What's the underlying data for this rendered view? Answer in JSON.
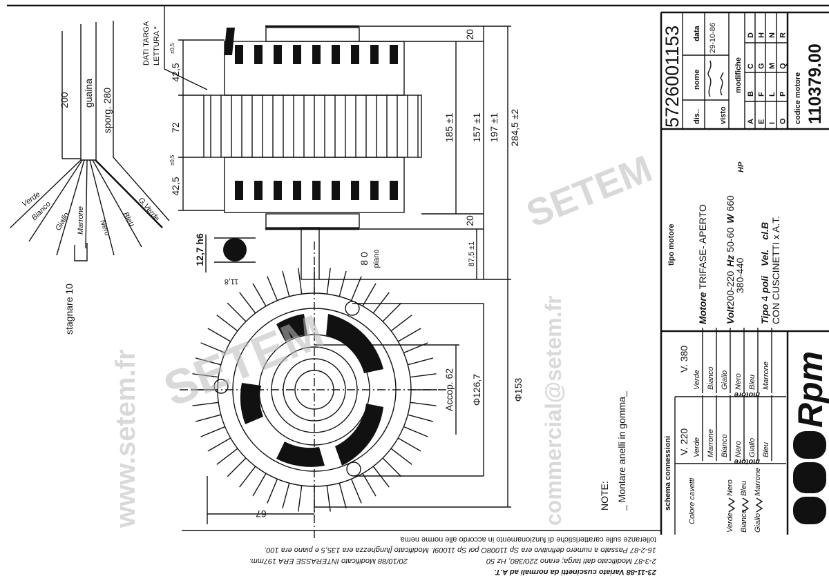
{
  "title_block": {
    "drawing_number": "5726001153",
    "headers": {
      "nome": "nome",
      "data": "data",
      "dis": "dis..",
      "visto": "visto",
      "modifiche": "modifiche",
      "codice_motore": "codice motore"
    },
    "date": "29-10-86",
    "revision_letters": [
      "A",
      "B",
      "C",
      "D",
      "E",
      "F",
      "G",
      "H",
      "I",
      "L",
      "M",
      "N",
      "O",
      "P",
      "Q",
      "R"
    ],
    "codice_motore_value": "110379.00",
    "tipo_motore_label": "tipo motore",
    "motore_label": "Motore",
    "motore_value": "TRIFASE- APERTO",
    "volt_label": "Volt",
    "volt_value_1": "200-220",
    "volt_value_2": "380-440",
    "hz_label": "Hz",
    "hz_value": "50-60",
    "w_label": "W",
    "w_value": "660",
    "hp_label": "HP",
    "tipo_label": "Tipo",
    "tipo_value": "4",
    "poli_label": "poli",
    "vel_label": "Vel.",
    "class_label": "cl.B",
    "bearing_note": "CON CUSCINETTI x A.T."
  },
  "schema": {
    "title": "schema   connessioni",
    "star_label": "V. 380",
    "delta_label": "V. 220",
    "motore": "motore",
    "colore_cavetti": "Colore cavetti",
    "star_wires": [
      "Verde",
      "Bianco",
      "Giallo",
      "Nero",
      "Bleu",
      "Marrone"
    ],
    "delta_wires": [
      "Verde",
      "Marrone",
      "Bianco",
      "Nero",
      "Giallo",
      "Bleu"
    ],
    "coil_top": [
      "Nero",
      "Bleu",
      "Marrone"
    ],
    "coil_bottom": [
      "Verde",
      "Bianco",
      "Giallo"
    ]
  },
  "logo": {
    "text": "Rpm"
  },
  "cable": {
    "dim_200": "200",
    "guaina": "guaina",
    "sporg": "sporg. 280",
    "wires": [
      "Verde",
      "Bianco",
      "Giallo",
      "Marrone",
      "Nero",
      "Bleu",
      "G.Verde"
    ],
    "stagnare": "stagnare 10"
  },
  "dimensions": {
    "dati_targa": "DATI TARGA",
    "lettura": "LETTURA *",
    "d42_top": "42,5",
    "tol_05": "±0,5",
    "d72": "72",
    "d42_bottom": "42,5",
    "d20_top": "20",
    "d20_bottom": "20",
    "d185": "185 ±1",
    "d157": "157 ±1",
    "d197": "197 ±1",
    "d284": "284,5 ±2",
    "d87": "87,5 ±1",
    "d80": "8 0",
    "piano": "piano",
    "d127": "12,7 h6",
    "d118": "11,8",
    "phi126": "Φ126,7",
    "phi153": "Φ153",
    "accop": "Accop. 62",
    "d67": "67"
  },
  "note": {
    "title": "NOTE:",
    "text": "_ Montare anelli in gomma_"
  },
  "revision_notes": [
    "tolleranze sulle caratteristiche di funzionamento in accordo alle norme nema",
    "16-2-87  Passato a numero definitivo era Sp 11008O poi Sp 11009l. Modificato [lunghezza era 135,5 e piano era 100.",
    "2-3-87 Modificato dati targa; erano 220/380, Hz 50",
    "20/10/88 Modificato INTERASSE ERA 197mm.",
    "23-11-88 Variato cuscinetti da normali ad A.T."
  ],
  "watermarks": [
    "www.setem.fr",
    "SETEM",
    "commercial@setem.fr"
  ]
}
